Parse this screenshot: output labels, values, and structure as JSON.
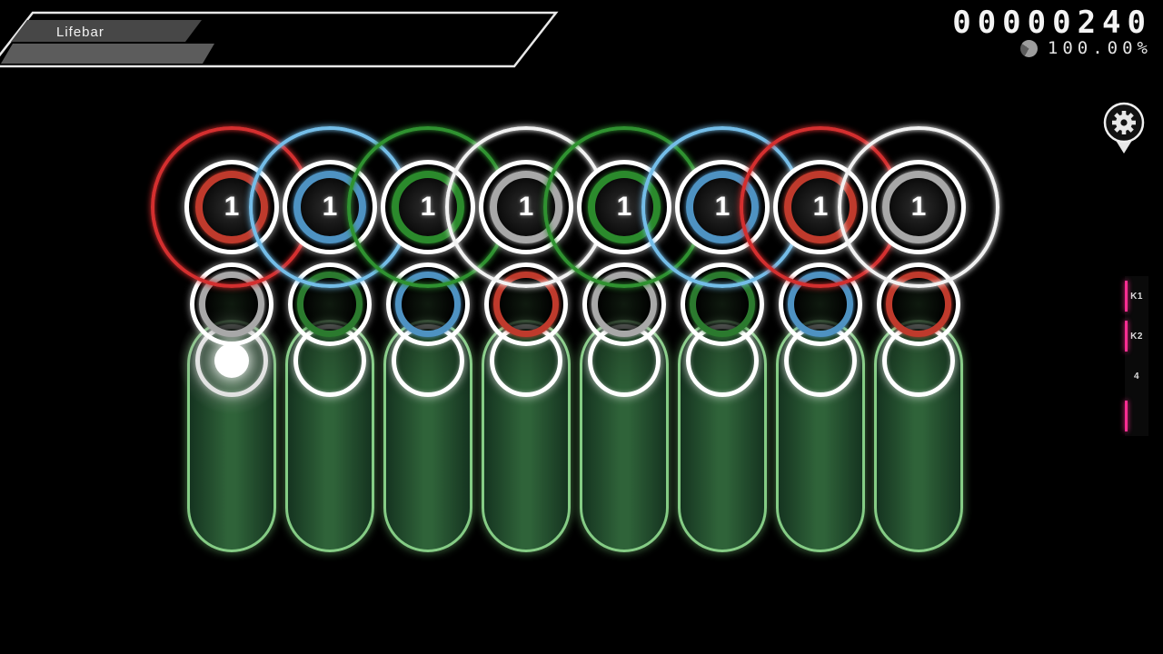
{
  "hud": {
    "lifebar_label": "Lifebar",
    "score": "00000240",
    "accuracy": "100.00%"
  },
  "key_overlay": {
    "rows": [
      {
        "label": "K1",
        "accent": true
      },
      {
        "label": "K2",
        "accent": true
      },
      {
        "label": "4",
        "accent": false
      },
      {
        "label": "",
        "accent": true
      }
    ]
  },
  "playfield": {
    "columns": [
      {
        "number": "1",
        "approach": "#d42f2f",
        "ring": "#bf3a2c",
        "mid": "#a8a8a8",
        "ball": true
      },
      {
        "number": "1",
        "approach": "#74bde8",
        "ring": "#4e92c2",
        "mid": "#2b7a2e",
        "ball": false
      },
      {
        "number": "1",
        "approach": "#2f9230",
        "ring": "#2b8a2c",
        "mid": "#4e92c2",
        "ball": false
      },
      {
        "number": "1",
        "approach": "#f2f2f2",
        "ring": "#a8a8a8",
        "mid": "#bf3a2c",
        "ball": false
      },
      {
        "number": "1",
        "approach": "#2f9230",
        "ring": "#2b8a2c",
        "mid": "#a8a8a8",
        "ball": false
      },
      {
        "number": "1",
        "approach": "#74bde8",
        "ring": "#4e92c2",
        "mid": "#2b7a2e",
        "ball": false
      },
      {
        "number": "1",
        "approach": "#d42f2f",
        "ring": "#bf3a2c",
        "mid": "#4e92c2",
        "ball": false
      },
      {
        "number": "1",
        "approach": "#f2f2f2",
        "ring": "#a8a8a8",
        "mid": "#bf3a2c",
        "ball": false
      }
    ]
  },
  "colors": {
    "slider_border": "#85cc85",
    "slider_fill": "#2f6339",
    "key_accent_pink": "#ff2e92",
    "hud_text": "#f4f4f4"
  }
}
